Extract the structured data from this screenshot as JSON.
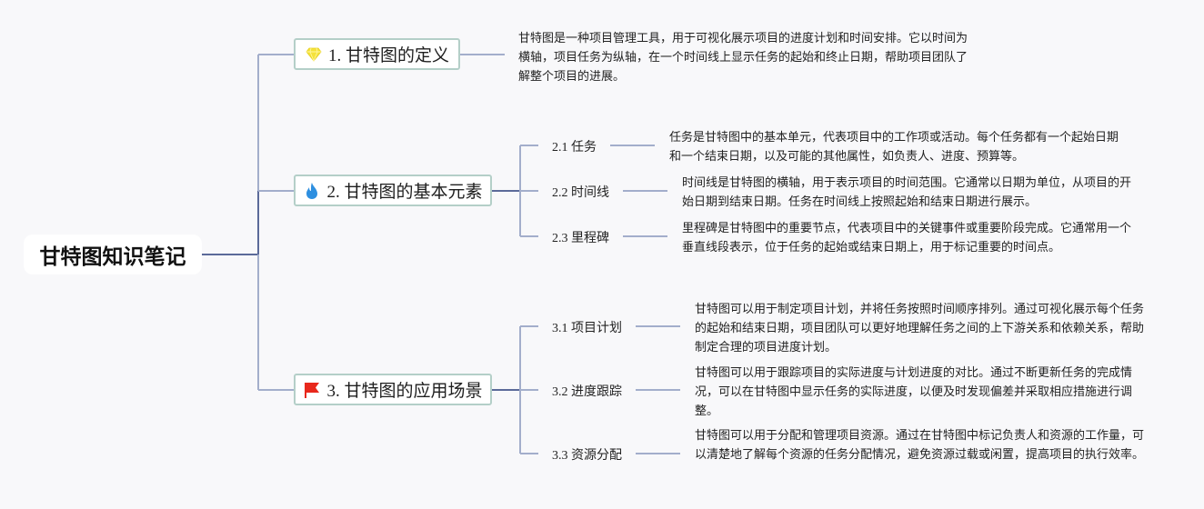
{
  "root": {
    "title": "甘特图知识笔记"
  },
  "colors": {
    "line": "#a3aecb",
    "line_dark": "#5b6a99",
    "topic_border": "#b4cfc8",
    "diamond": "#f4e23a",
    "fire": "#2e8fe0",
    "flag": "#e8281c"
  },
  "topics": [
    {
      "icon": "diamond-icon",
      "label": "1. 甘特图的定义",
      "description": "甘特图是一种项目管理工具，用于可视化展示项目的进度计划和时间安排。它以时间为横轴，项目任务为纵轴，在一个时间线上显示任务的起始和终止日期，帮助项目团队了解整个项目的进展。"
    },
    {
      "icon": "fire-icon",
      "label": "2. 甘特图的基本元素",
      "children": [
        {
          "label": "2.1 任务",
          "description": "任务是甘特图中的基本单元，代表项目中的工作项或活动。每个任务都有一个起始日期和一个结束日期，以及可能的其他属性，如负责人、进度、预算等。"
        },
        {
          "label": "2.2 时间线",
          "description": "时间线是甘特图的横轴，用于表示项目的时间范围。它通常以日期为单位，从项目的开始日期到结束日期。任务在时间线上按照起始和结束日期进行展示。"
        },
        {
          "label": "2.3 里程碑",
          "description": "里程碑是甘特图中的重要节点，代表项目中的关键事件或重要阶段完成。它通常用一个垂直线段表示，位于任务的起始或结束日期上，用于标记重要的时间点。"
        }
      ]
    },
    {
      "icon": "flag-icon",
      "label": "3. 甘特图的应用场景",
      "children": [
        {
          "label": "3.1 项目计划",
          "description": "甘特图可以用于制定项目计划，并将任务按照时间顺序排列。通过可视化展示每个任务的起始和结束日期，项目团队可以更好地理解任务之间的上下游关系和依赖关系，帮助制定合理的项目进度计划。"
        },
        {
          "label": "3.2 进度跟踪",
          "description": "甘特图可以用于跟踪项目的实际进度与计划进度的对比。通过不断更新任务的完成情况，可以在甘特图中显示任务的实际进度，以便及时发现偏差并采取相应措施进行调整。"
        },
        {
          "label": "3.3 资源分配",
          "description": "甘特图可以用于分配和管理项目资源。通过在甘特图中标记负责人和资源的工作量，可以清楚地了解每个资源的任务分配情况，避免资源过载或闲置，提高项目的执行效率。"
        }
      ]
    }
  ]
}
